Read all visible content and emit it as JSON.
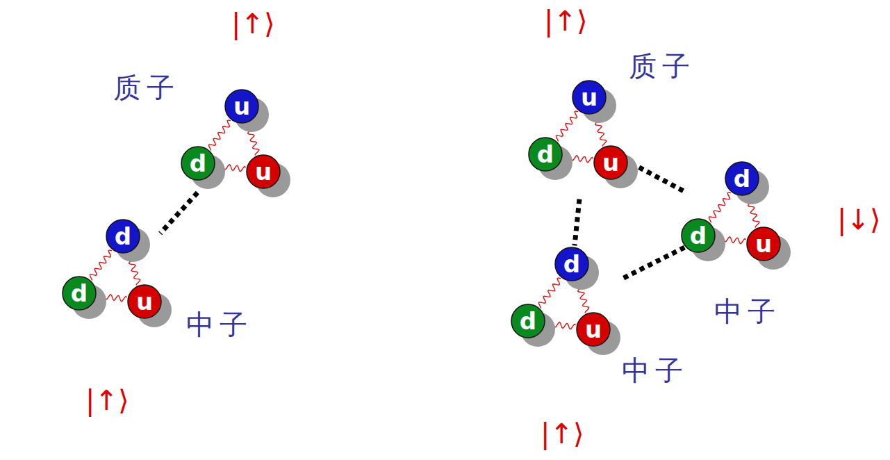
{
  "diagram": {
    "nodes": [
      {
        "text": []
      },
      {
        "text": [
          "质子"
        ],
        "in": 0
      },
      {
        "text": [
          "u"
        ],
        "in": 1
      },
      {
        "text": [
          "d"
        ],
        "in": 1
      },
      {
        "text": [
          "u"
        ],
        "in": 1
      },
      {
        "text": [
          "中子"
        ],
        "in": 0
      },
      {
        "text": [
          "d"
        ],
        "in": 5
      },
      {
        "text": [
          "d"
        ],
        "in": 5
      },
      {
        "text": [
          "u"
        ],
        "in": 5
      },
      {
        "text": []
      },
      {
        "text": [
          "质子"
        ],
        "in": 9
      },
      {
        "text": [
          "u"
        ],
        "in": 10
      },
      {
        "text": [
          "d"
        ],
        "in": 10
      },
      {
        "text": [
          "u"
        ],
        "in": 10
      },
      {
        "text": [
          "中子"
        ],
        "in": 9
      },
      {
        "text": [
          "d"
        ],
        "in": 14
      },
      {
        "text": [
          "d"
        ],
        "in": 14
      },
      {
        "text": [
          "u"
        ],
        "in": 14
      },
      {
        "text": [
          "中子"
        ],
        "in": 9
      },
      {
        "text": [
          "d"
        ],
        "in": 18
      },
      {
        "text": [
          "d"
        ],
        "in": 18
      },
      {
        "text": [
          "u"
        ],
        "in": 18
      }
    ],
    "edges": [
      {
        "from": 1,
        "to": 5,
        "arrow": "none"
      },
      {
        "from": 2,
        "to": 3,
        "arrow": "none"
      },
      {
        "from": 2,
        "to": 4,
        "arrow": "none"
      },
      {
        "from": 3,
        "to": 4,
        "arrow": "none"
      },
      {
        "from": 6,
        "to": 7,
        "arrow": "none"
      },
      {
        "from": 6,
        "to": 8,
        "arrow": "none"
      },
      {
        "from": 7,
        "to": 8,
        "arrow": "none"
      },
      {
        "from": 10,
        "to": 14,
        "arrow": "none"
      },
      {
        "from": 10,
        "to": 18,
        "arrow": "none"
      },
      {
        "from": 14,
        "to": 18,
        "arrow": "none"
      },
      {
        "from": 11,
        "to": 12,
        "arrow": "none"
      },
      {
        "from": 11,
        "to": 13,
        "arrow": "none"
      },
      {
        "from": 12,
        "to": 13,
        "arrow": "none"
      },
      {
        "from": 15,
        "to": 16,
        "arrow": "none"
      },
      {
        "from": 15,
        "to": 17,
        "arrow": "none"
      },
      {
        "from": 16,
        "to": 17,
        "arrow": "none"
      },
      {
        "from": 19,
        "to": 20,
        "arrow": "none"
      },
      {
        "from": 19,
        "to": 21,
        "arrow": "none"
      },
      {
        "from": 20,
        "to": 21,
        "arrow": "none"
      }
    ],
    "labels": [
      "|↑⟩",
      "|↑⟩",
      "|↑⟩",
      "|↓⟩",
      "|↑⟩"
    ]
  }
}
